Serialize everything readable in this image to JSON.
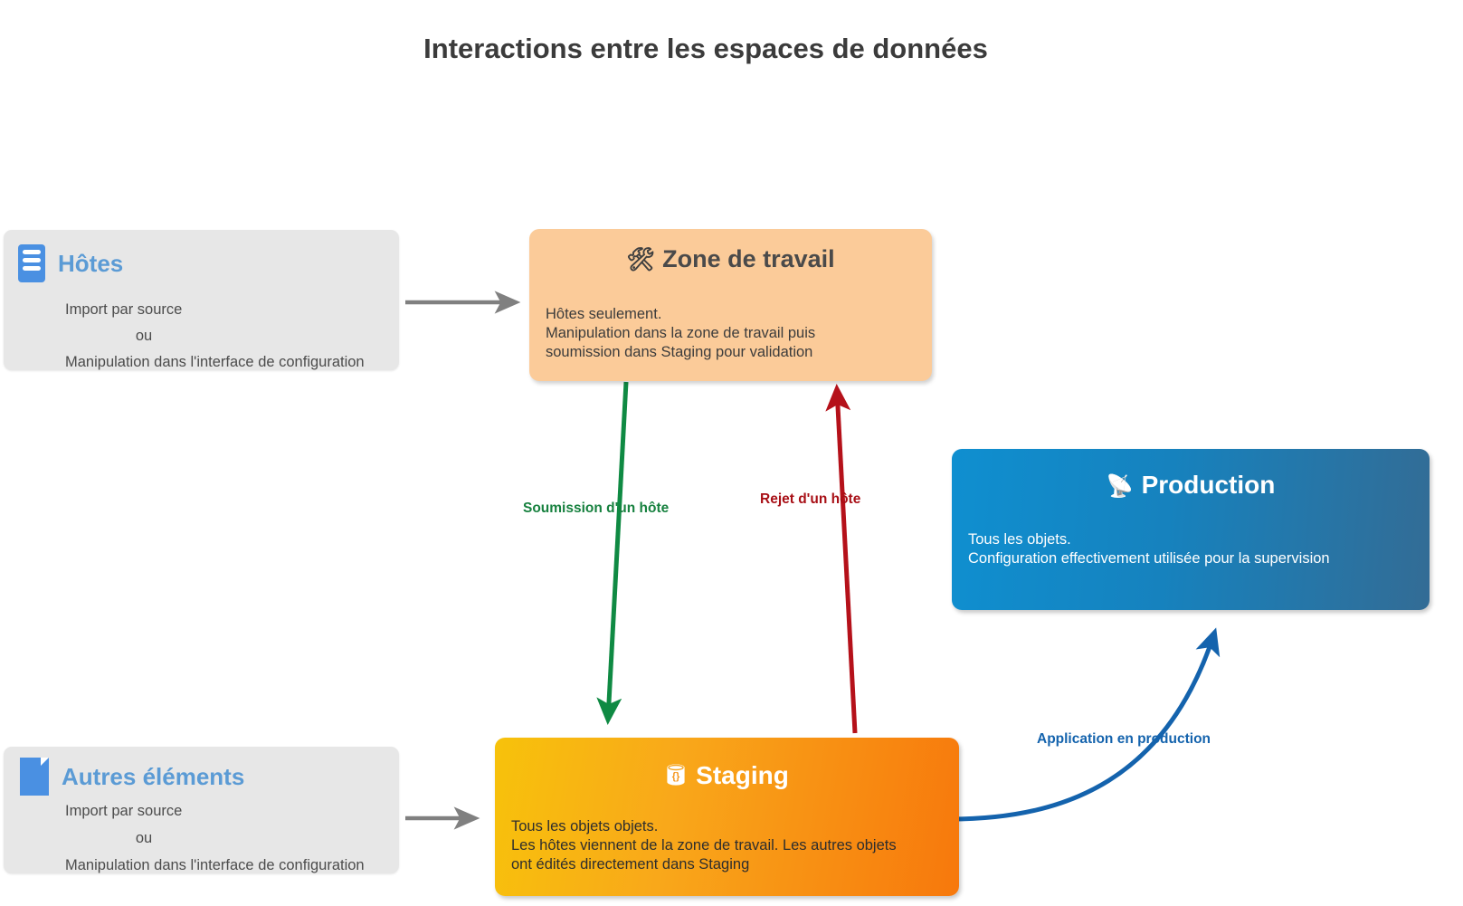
{
  "title": "Interactions entre les espaces de données",
  "boxes": {
    "hosts": {
      "icon": "server-rack-icon",
      "title": "Hôtes",
      "line1": "Import par source",
      "line2": "ou",
      "line3": "Manipulation dans l'interface de configuration"
    },
    "other_elements": {
      "icon": "document-page-icon",
      "title": "Autres éléments",
      "line1": "Import par source",
      "line2": "ou",
      "line3": "Manipulation dans l'interface de configuration"
    },
    "workspace": {
      "icon": "hammer-and-wrench-icon",
      "glyph": "🛠",
      "title": "Zone de travail",
      "body": "Hôtes seulement.\nManipulation dans la zone de travail puis\nsoumission dans Staging pour validation"
    },
    "staging": {
      "icon": "database-cylinder-icon",
      "title": "Staging",
      "body": "Tous les objets objets.\nLes hôtes viennent de la zone de travail. Les autres objets\nont édités directement dans Staging"
    },
    "production": {
      "icon": "satellite-dish-icon",
      "glyph": "📡",
      "title": "Production",
      "body": "Tous les objets.\nConfiguration effectivement utilisée pour la supervision"
    }
  },
  "edges": {
    "hosts_to_workspace": {
      "label": "",
      "color": "#808080"
    },
    "other_to_staging": {
      "label": "",
      "color": "#808080"
    },
    "submit_host": {
      "label": "Soumission d'un hôte",
      "color": "#0f8a43"
    },
    "reject_host": {
      "label": "Rejet d'un hôte",
      "color": "#b5111a"
    },
    "apply_production": {
      "label": "Application en production",
      "color": "#1463ad"
    }
  },
  "colors": {
    "title_text": "#3b3b3b",
    "source_box_bg": "#e7e7e7",
    "source_title": "#5b9bd5",
    "workspace_bg": "#fbcb99",
    "staging_gradient_start": "#f7c20b",
    "staging_gradient_end": "#f7780c",
    "production_gradient_start": "#0f8fd0",
    "production_gradient_end": "#336c95",
    "arrow_gray": "#808080",
    "arrow_green": "#0f8a43",
    "arrow_red": "#b5111a",
    "arrow_blue": "#1463ad"
  }
}
